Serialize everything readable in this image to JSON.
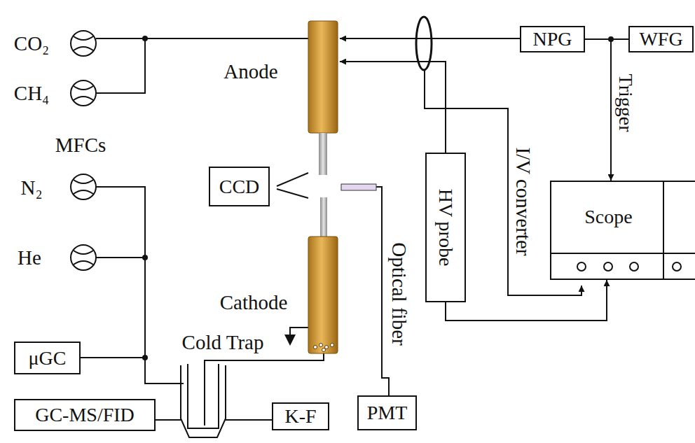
{
  "diagram": {
    "nodes": [
      {
        "text": [
          "NPG"
        ]
      },
      {
        "text": [
          "WFG"
        ]
      },
      {
        "text": [
          "CCD"
        ]
      },
      {
        "text": [
          "HV probe"
        ]
      },
      {
        "text": [
          "Scope"
        ]
      },
      {
        "text": [
          "μGC"
        ]
      },
      {
        "text": [
          "GC-MS/FID"
        ]
      },
      {
        "text": [
          "K-F"
        ]
      },
      {
        "text": [
          "PMT"
        ]
      }
    ],
    "edges": [
      {
        "from": 0,
        "to": 1,
        "arrow": "none"
      },
      {
        "from": 1,
        "to": 4,
        "arrow": "to",
        "label": "Trigger"
      },
      {
        "from": 3,
        "to": 4,
        "arrow": "to"
      }
    ],
    "labels": [
      "CO₂",
      "CH₄",
      "MFCs",
      "N₂",
      "He",
      "Anode",
      "Cathode",
      "Cold Trap",
      "I/V converter",
      "Optical fiber"
    ]
  }
}
